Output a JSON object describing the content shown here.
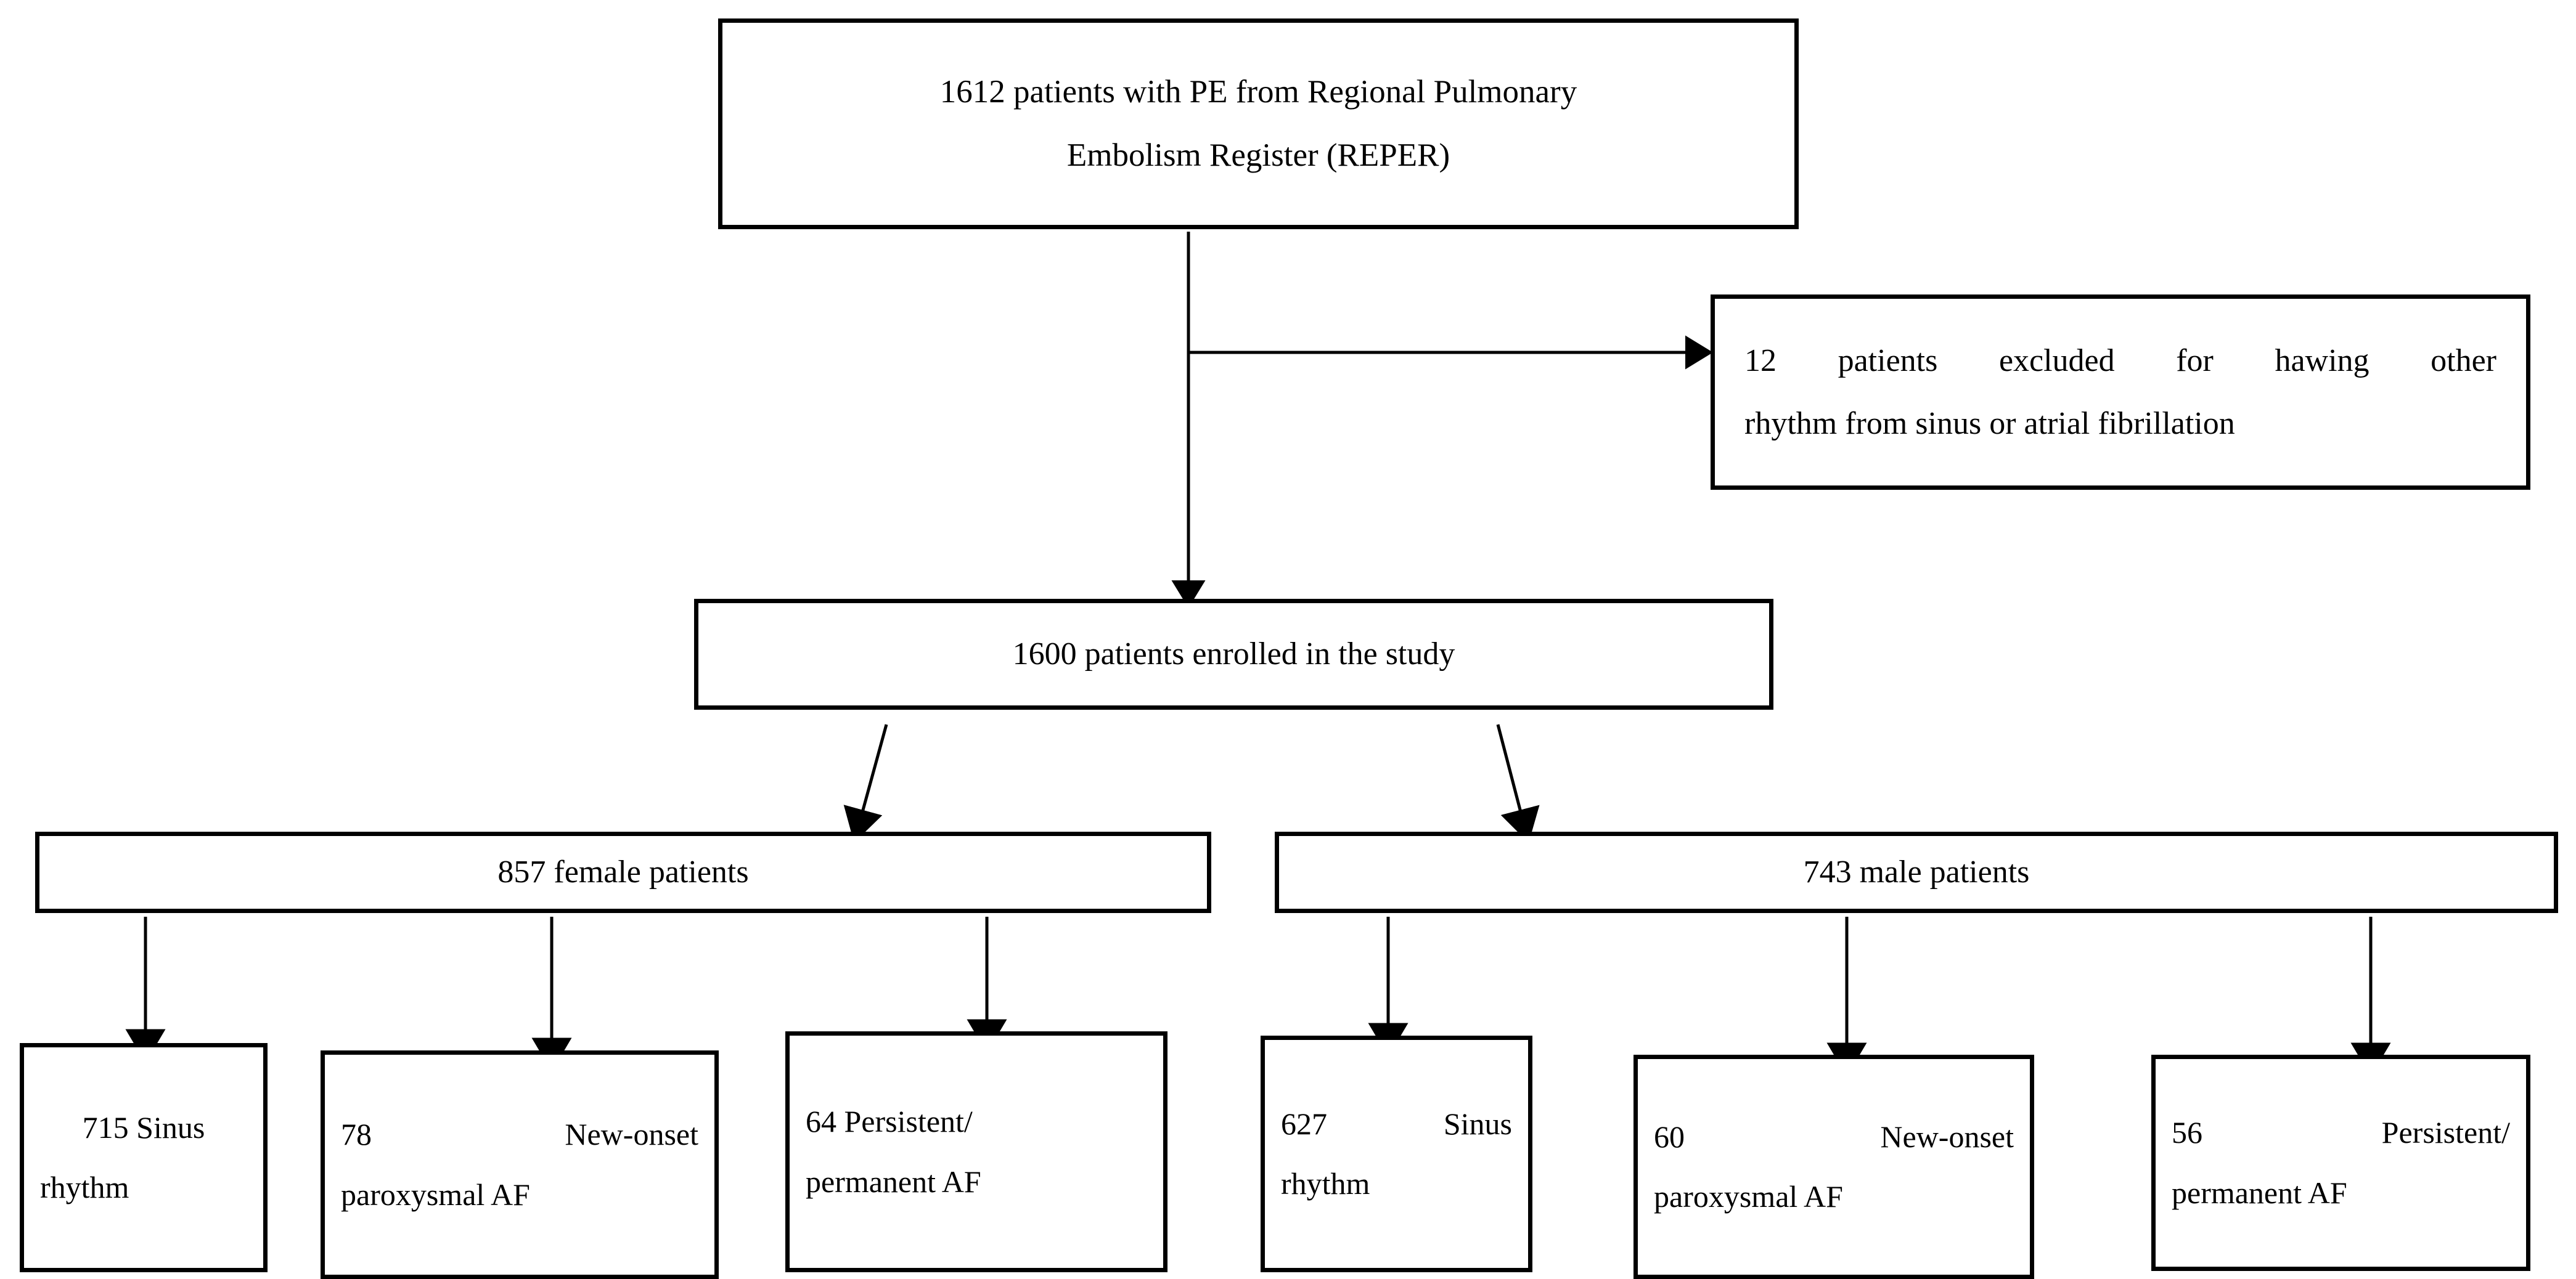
{
  "figure": {
    "type": "flowchart",
    "title": "Patient enrollment flow diagram (REPER study)",
    "orientation": "top-down",
    "background_color": "#ffffff",
    "line_color": "#000000",
    "box_border_color": "#000000"
  },
  "nodes": {
    "source": {
      "id": "source-cohort",
      "line1": "1612 patients with PE from Regional Pulmonary",
      "line2": "Embolism Register (REPER)",
      "count": 1612
    },
    "excluded": {
      "id": "excluded-patients",
      "line1": "12 patients excluded for hawing other",
      "line2": "rhythm from sinus or atrial fibrillation",
      "count": 12
    },
    "enrolled": {
      "id": "enrolled-cohort",
      "label": "1600 patients enrolled in the study",
      "count": 1600
    },
    "female": {
      "id": "female-cohort",
      "label": "857 female patients",
      "count": 857
    },
    "male": {
      "id": "male-cohort",
      "label": "743 male patients",
      "count": 743
    },
    "female_leaves": [
      {
        "id": "female-sinus-rhythm",
        "line1": "715 Sinus",
        "line2": "rhythm",
        "count": 715,
        "align": "center"
      },
      {
        "id": "female-new-onset-paroxysmal-af",
        "line1": "78 New-onset",
        "line2": "paroxysmal AF",
        "count": 78,
        "align": "justify"
      },
      {
        "id": "female-persistent-permanent-af",
        "line1": "64 Persistent/",
        "line2": "permanent AF",
        "count": 64,
        "align": "center"
      }
    ],
    "male_leaves": [
      {
        "id": "male-sinus-rhythm",
        "line1": "627 Sinus",
        "line2": "rhythm",
        "count": 627,
        "align": "justify"
      },
      {
        "id": "male-new-onset-paroxysmal-af",
        "line1": "60 New-onset",
        "line2": "paroxysmal AF",
        "count": 60,
        "align": "justify"
      },
      {
        "id": "male-persistent-permanent-af",
        "line1": "56 Persistent/",
        "line2": "permanent AF",
        "count": 56,
        "align": "justify"
      }
    ]
  },
  "edges": [
    {
      "id": "source-to-enrolled",
      "from": "source",
      "to": "enrolled",
      "style": "straight-arrow"
    },
    {
      "id": "source-to-excluded",
      "from": "source",
      "to": "excluded",
      "style": "elbow-arrow-right"
    },
    {
      "id": "enrolled-to-female",
      "from": "enrolled",
      "to": "female",
      "style": "diagonal-arrow"
    },
    {
      "id": "enrolled-to-male",
      "from": "enrolled",
      "to": "male",
      "style": "diagonal-arrow"
    },
    {
      "id": "female-to-sinus",
      "from": "female",
      "to": "female-sinus-rhythm",
      "style": "straight-arrow"
    },
    {
      "id": "female-to-new-onset",
      "from": "female",
      "to": "female-new-onset-paroxysmal-af",
      "style": "straight-arrow"
    },
    {
      "id": "female-to-persistent",
      "from": "female",
      "to": "female-persistent-permanent-af",
      "style": "straight-arrow"
    },
    {
      "id": "male-to-sinus",
      "from": "male",
      "to": "male-sinus-rhythm",
      "style": "straight-arrow"
    },
    {
      "id": "male-to-new-onset",
      "from": "male",
      "to": "male-new-onset-paroxysmal-af",
      "style": "straight-arrow"
    },
    {
      "id": "male-to-persistent",
      "from": "male",
      "to": "male-persistent-permanent-af",
      "style": "straight-arrow"
    }
  ]
}
